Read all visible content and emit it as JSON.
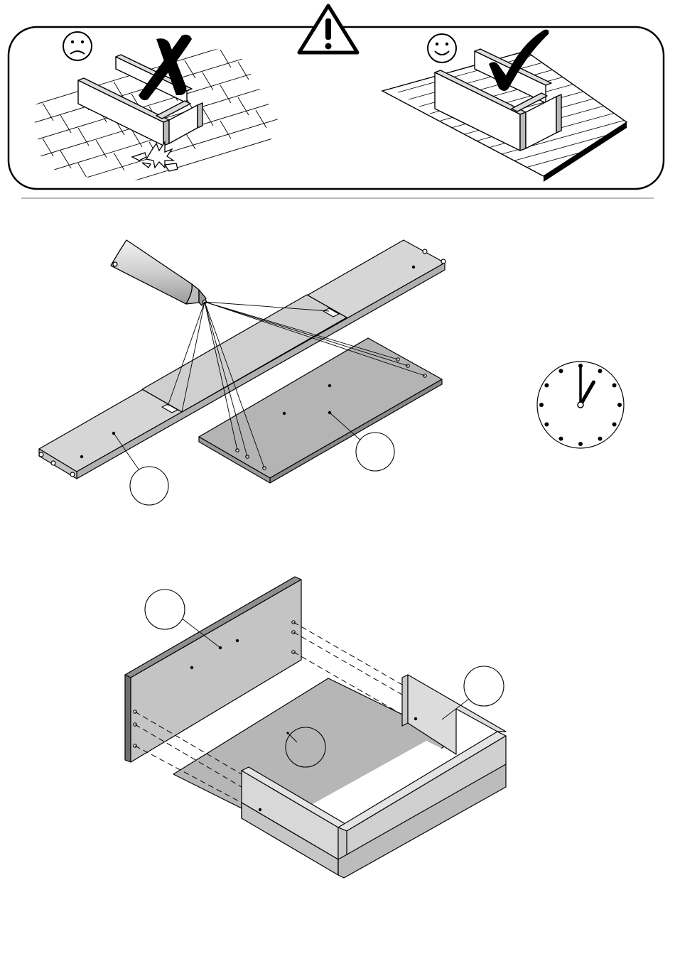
{
  "page": {
    "warning_banner": {
      "warning_icon": "exclamation-triangle-icon",
      "bad_example": {
        "face_icon": "sad-face-icon",
        "mark_icon": "cross-mark-icon",
        "surface": "hard-tile-floor"
      },
      "good_example": {
        "face_icon": "happy-face-icon",
        "mark_icon": "check-mark-icon",
        "surface": "soft-mat-floor"
      }
    },
    "step_gluing": {
      "tool_icon": "glue-bottle-icon",
      "part_callouts": [
        "",
        ""
      ],
      "timer": {
        "icon": "clock-icon",
        "hour": 1,
        "minute": 0
      }
    },
    "step_assembly": {
      "part_callouts": [
        "",
        "",
        ""
      ]
    },
    "colors": {
      "outline": "#000000",
      "panel_top": "#d6d6d6",
      "panel_side": "#b8b8b8",
      "panel_dark": "#8a8a8a",
      "background": "#ffffff"
    }
  }
}
